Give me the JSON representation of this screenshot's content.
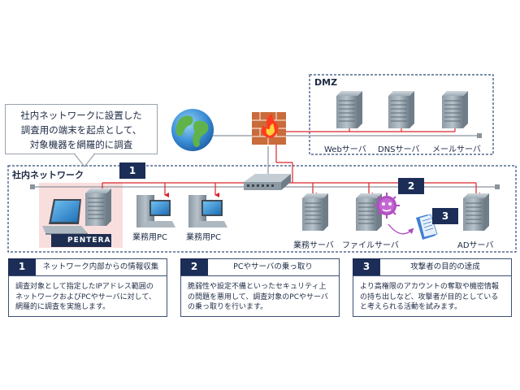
{
  "zones": {
    "dmz": "DMZ",
    "internal": "社内ネットワーク"
  },
  "callout": {
    "lines": [
      "社内ネットワークに設置した",
      "調査用の端末を起点として、",
      "対象機器を網羅的に調査"
    ]
  },
  "nodes": {
    "web_server": "Webサーバ",
    "dns_server": "DNSサーバ",
    "mail_server": "メールサーバ",
    "pc1": "業務用PC",
    "pc2": "業務用PC",
    "business_server": "業務サーバ",
    "file_server": "ファイルサーバ",
    "ad_server": "ADサーバ"
  },
  "brand": {
    "name": "PENTERA"
  },
  "markers": {
    "m1": "1",
    "m2": "2",
    "m3": "3"
  },
  "steps": [
    {
      "num": "1",
      "title": "ネットワーク内部からの情報収集",
      "body": [
        "調査対象として指定したIPアドレス範囲の",
        "ネットワークおよびPCやサーバに対して、",
        "網羅的に調査を実施します。"
      ]
    },
    {
      "num": "2",
      "title": "PCやサーバの乗っ取り",
      "body": [
        "脆弱性や設定不備といったセキュリティ上",
        "の問題を悪用して、調査対象のPCやサーバ",
        "の乗っ取りを行います。"
      ]
    },
    {
      "num": "3",
      "title": "攻撃者の目的の達成",
      "body": [
        "より高権限のアカウントの奪取や機密情報",
        "の持ち出しなど、攻撃者が目的としている",
        "と考えられる活動を試みます。"
      ]
    }
  ],
  "colors": {
    "navy": "#1c2e58",
    "attack_red": "#d9262c",
    "zone_border": "#2d4a7a",
    "highlight_pink": "#f9dede",
    "malware_purple": "#b04fc0"
  },
  "icons": [
    "globe-icon",
    "firewall-icon",
    "server-icon",
    "laptop-icon",
    "desktop-pc-icon",
    "switch-icon",
    "malware-icon",
    "document-icon"
  ]
}
